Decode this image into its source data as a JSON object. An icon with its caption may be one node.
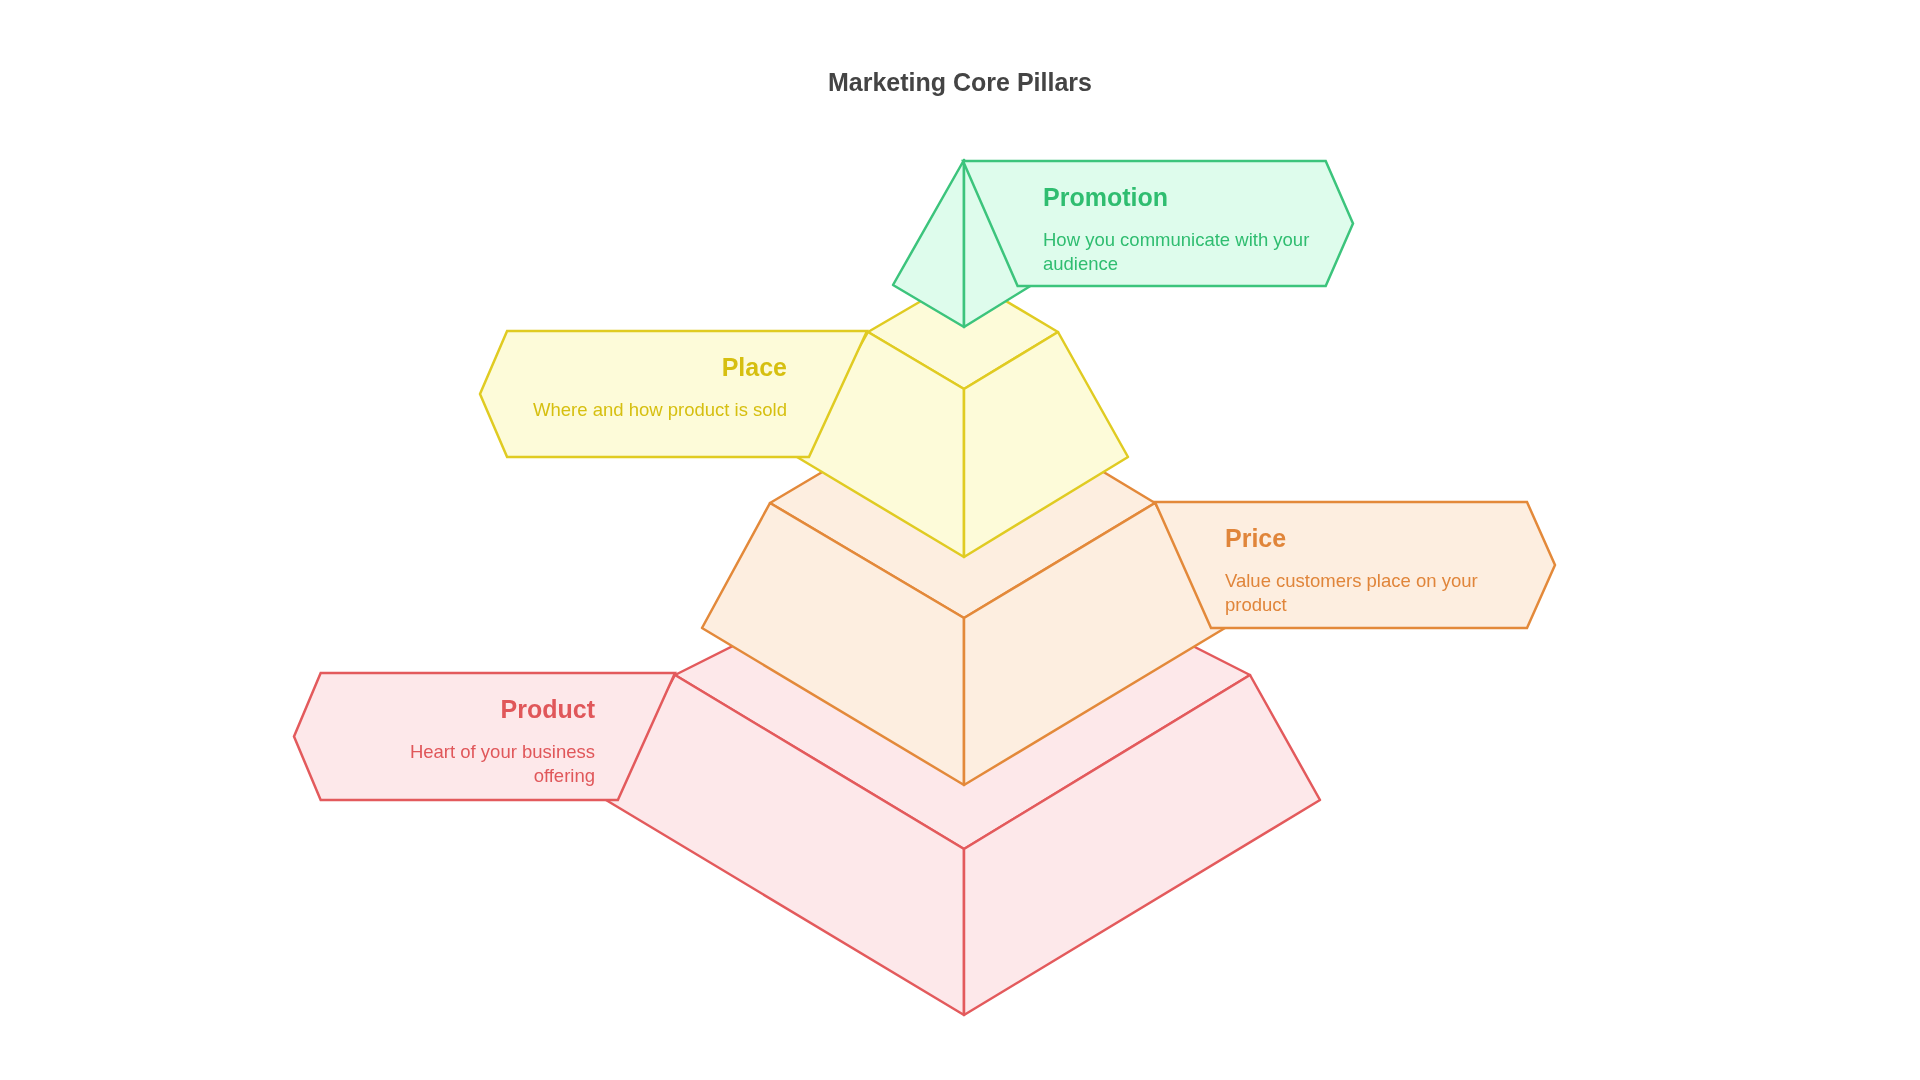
{
  "diagram": {
    "title": "Marketing Core Pillars",
    "nodes": [
      {
        "text": [
          "Promotion",
          "How you communicate with your audience"
        ]
      },
      {
        "text": [
          "Place",
          "Where and how product is sold"
        ]
      },
      {
        "text": [
          "Price",
          "Value customers place on your product"
        ]
      },
      {
        "text": [
          "Product",
          "Heart of your business offering"
        ]
      }
    ],
    "edges": []
  }
}
